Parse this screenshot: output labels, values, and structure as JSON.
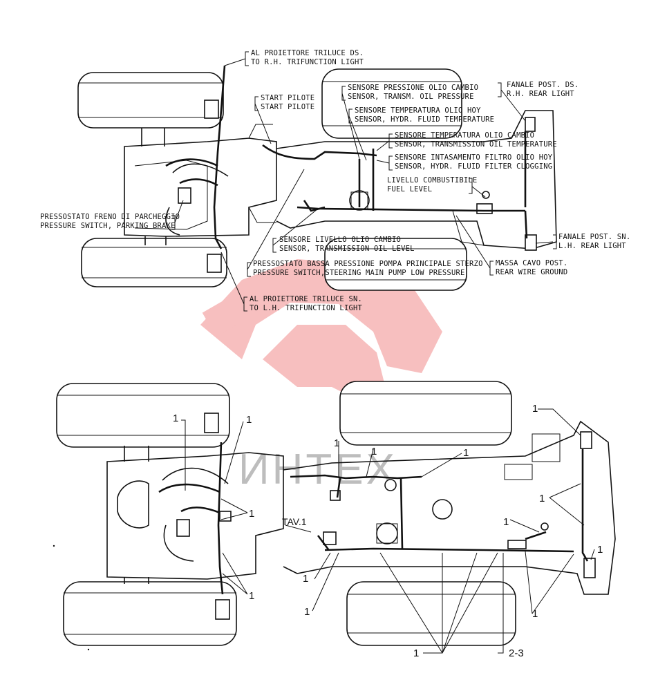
{
  "watermark": {
    "text": "ИНТЕХ",
    "logo_color": "#f28b8b",
    "text_color": "#bdbdbd"
  },
  "top_labels": {
    "rh_trifunction": [
      "AL PROIETTORE TRILUCE DS.",
      "TO R.H. TRIFUNCTION LIGHT"
    ],
    "start_pilote": [
      "START PILOTE",
      "START PILOTE"
    ],
    "transm_oil_pressure": [
      "SENSORE PRESSIONE OLIO CAMBIO",
      "SENSOR, TRANSM. OIL PRESSURE"
    ],
    "hydr_fluid_temp": [
      "SENSORE TEMPERATURA OLIO HOY",
      "SENSOR, HYDR. FLUID TEMPERATURE"
    ],
    "transm_oil_temp": [
      "SENSORE TEMPERATURA OLIO CAMBIO",
      "SENSOR, TRANSMISSION OIL TEMPERATURE"
    ],
    "hydr_filter_clogging": [
      "SENSORE INTASAMENTO FILTRO OLIO HOY",
      "SENSOR, HYDR. FLUID FILTER CLOGGING"
    ],
    "fuel_level": [
      "LIVELLO COMBUSTIBILE",
      "FUEL LEVEL"
    ],
    "rh_rear_light": [
      "FANALE POST. DS.",
      "R.H. REAR LIGHT"
    ],
    "parking_brake": [
      "PRESSOSTATO FRENO DI PARCHEGGIO",
      "PRESSURE  SWITCH, PARKING BRAKE"
    ],
    "transm_oil_level": [
      "SENSORE LIVELLO OLIO CAMBIO",
      "SENSOR, TRANSMISSION OIL LEVEL"
    ],
    "lh_rear_light": [
      "FANALE POST. SN.",
      "L.H. REAR LIGHT"
    ],
    "rear_wire_ground": [
      "MASSA CAVO POST.",
      "REAR WIRE GROUND"
    ],
    "steering_pump": [
      "PRESSOSTATO BASSA PRESSIONE POMPA PRINCIPALE STERZO",
      "PRESSURE SWITCH,STEERING MAIN PUMP LOW PRESSURE"
    ],
    "lh_trifunction": [
      "AL PROIETTORE TRILUCE SN.",
      "TO L.H. TRIFUNCTION LIGHT"
    ]
  },
  "bottom_labels": {
    "callout": "1",
    "tav": "TAV.1",
    "ref_2_3": "2-3"
  }
}
